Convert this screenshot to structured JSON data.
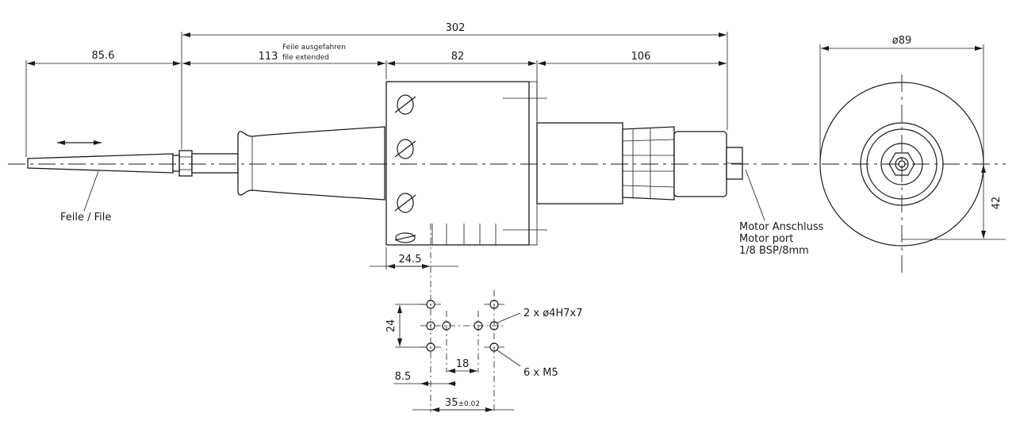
{
  "dimensions": {
    "overall_length": "302",
    "file_length": "85.6",
    "extension": "113",
    "extension_note_de": "Feile ausgefahren",
    "extension_note_en": "file extended",
    "block_width": "82",
    "motor_length": "106",
    "diameter": "ø89",
    "center_height": "42",
    "mount_offset": "24.5",
    "hole_vertical": "24",
    "hole_offset": "8.5",
    "hole_spacing": "18",
    "hole_pitch": "35",
    "hole_pitch_tol": "±0.02"
  },
  "labels": {
    "file": "Feile / File",
    "motor_de": "Motor Anschluss",
    "motor_en": "Motor port",
    "motor_spec": "1/8 BSP/8mm",
    "pin_holes": "2 x ø4H7x7",
    "threaded_holes": "6 x M5"
  }
}
